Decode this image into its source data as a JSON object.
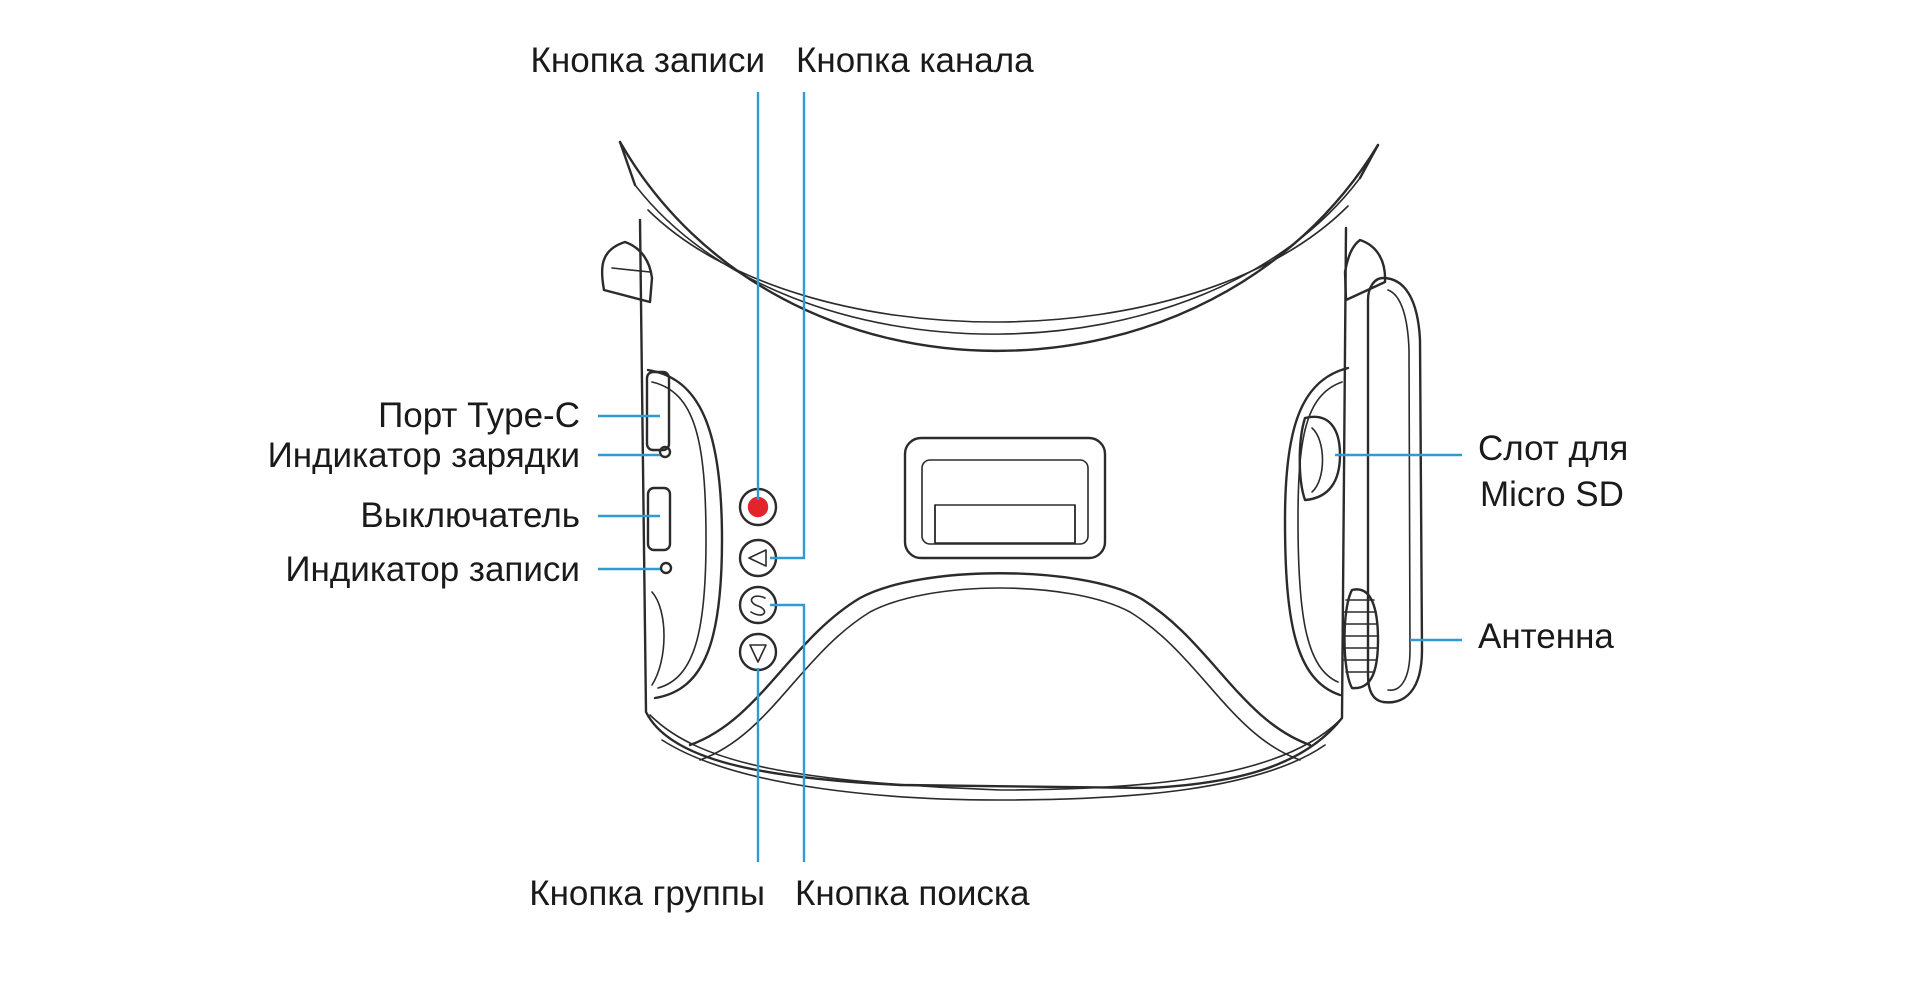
{
  "labels": {
    "record_button": "Кнопка записи",
    "channel_button": "Кнопка канала",
    "usb_c_port": "Порт Type-C",
    "charge_indicator": "Индикатор зарядки",
    "power_switch": "Выключатель",
    "record_indicator": "Индикатор записи",
    "micro_sd_slot_line1": "Слот для",
    "micro_sd_slot_line2": "Micro SD",
    "antenna": "Антенна",
    "group_button": "Кнопка группы",
    "search_button": "Кнопка поиска"
  },
  "colors": {
    "leader_line": "#2e9bd2",
    "record_button_fill": "#e3242b",
    "outline": "#2b2b2b"
  }
}
